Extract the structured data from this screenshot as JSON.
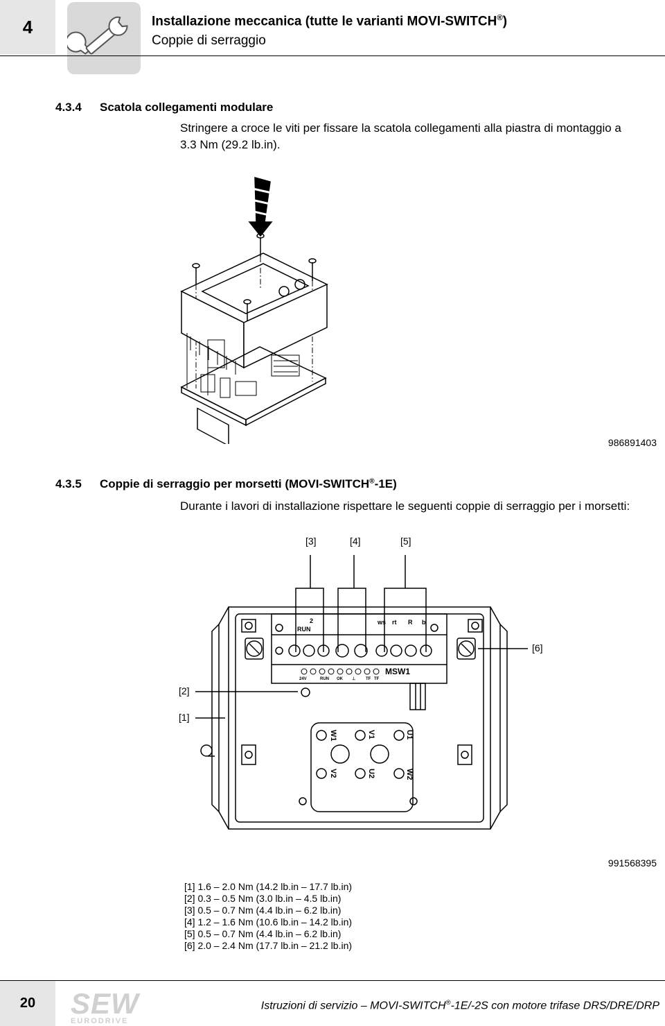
{
  "header": {
    "chapter_number": "4",
    "title": "Installazione meccanica (tutte le varianti MOVI-SWITCH",
    "title_reg": "®",
    "title_end": ")",
    "subtitle": "Coppie di serraggio",
    "icon": "wrench-icon"
  },
  "section1": {
    "number": "4.3.4",
    "title": "Scatola collegamenti modulare",
    "text_line1": "Stringere a croce le viti per fissare la scatola collegamenti alla piastra di montaggio a",
    "text_line2": "3.3 Nm (29.2 lb.in).",
    "figure_id": "986891403"
  },
  "section2": {
    "number": "4.3.5",
    "title": "Coppie di serraggio per morsetti (MOVI-SWITCH",
    "title_reg": "®",
    "title_end": "-1E)",
    "text": "Durante i lavori di installazione rispettare le seguenti coppie di serraggio per i morsetti:",
    "figure_id": "991568395",
    "callouts": {
      "c3": "[3]",
      "c4": "[4]",
      "c5": "[5]",
      "c6": "[6]",
      "c2": "[2]",
      "c1": "[1]"
    },
    "diagram_labels": {
      "run": "RUN",
      "two": "2",
      "ws": "ws",
      "rt": "rt",
      "r": "R",
      "b": "b",
      "msw": "MSW1",
      "v24": "24V",
      "run2": "RUN",
      "ok": "OK",
      "gnd": "⊥",
      "tp1": "TF",
      "tp2": "TF",
      "w1": "W1",
      "v1": "V1",
      "u1": "U1",
      "v2": "V2",
      "u2": "U2",
      "w2": "W2"
    },
    "torques": [
      "[1] 1.6 – 2.0 Nm (14.2 lb.in – 17.7 lb.in)",
      "[2] 0.3 – 0.5 Nm (3.0 lb.in – 4.5 lb.in)",
      "[3] 0.5 – 0.7 Nm (4.4 lb.in – 6.2 lb.in)",
      "[4] 1.2 – 1.6 Nm (10.6 lb.in – 14.2 lb.in)",
      "[5] 0.5 – 0.7 Nm (4.4 lb.in – 6.2 lb.in)",
      "[6] 2.0 – 2.4 Nm (17.7 lb.in – 21.2 lb.in)"
    ]
  },
  "footer": {
    "page_number": "20",
    "logo_main": "SEW",
    "logo_sub": "EURODRIVE",
    "text_start": "Istruzioni di servizio – MOVI-SWITCH",
    "text_reg": "®",
    "text_end": "-1E/-2S con motore trifase DRS/DRE/DRP"
  }
}
